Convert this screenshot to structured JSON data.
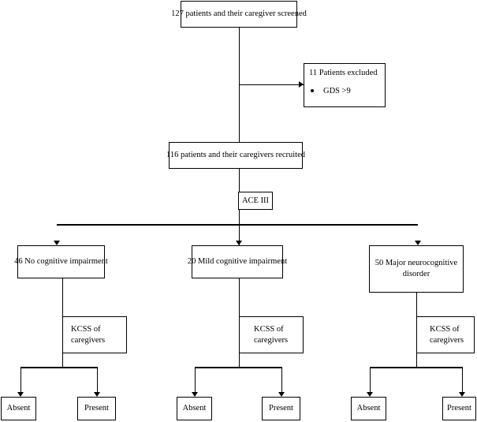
{
  "screened": "127 patients and their caregiver screened",
  "excluded": {
    "title": "11 Patients excluded",
    "criterion": "GDS >9"
  },
  "recruited": "116 patients and their caregivers recruited",
  "assessment": "ACE III",
  "groups": [
    {
      "label": "46 No cognitive impairment",
      "kcss": "KCSS of caregivers",
      "absent": "Absent",
      "present": "Present"
    },
    {
      "label": "20 Mild cognitive impairment",
      "kcss": "KCSS of caregivers",
      "absent": "Absent",
      "present": "Present"
    },
    {
      "label": "50 Major neurocognitive disorder",
      "kcss": "KCSS of caregivers",
      "absent": "Absent",
      "present": "Present"
    }
  ]
}
